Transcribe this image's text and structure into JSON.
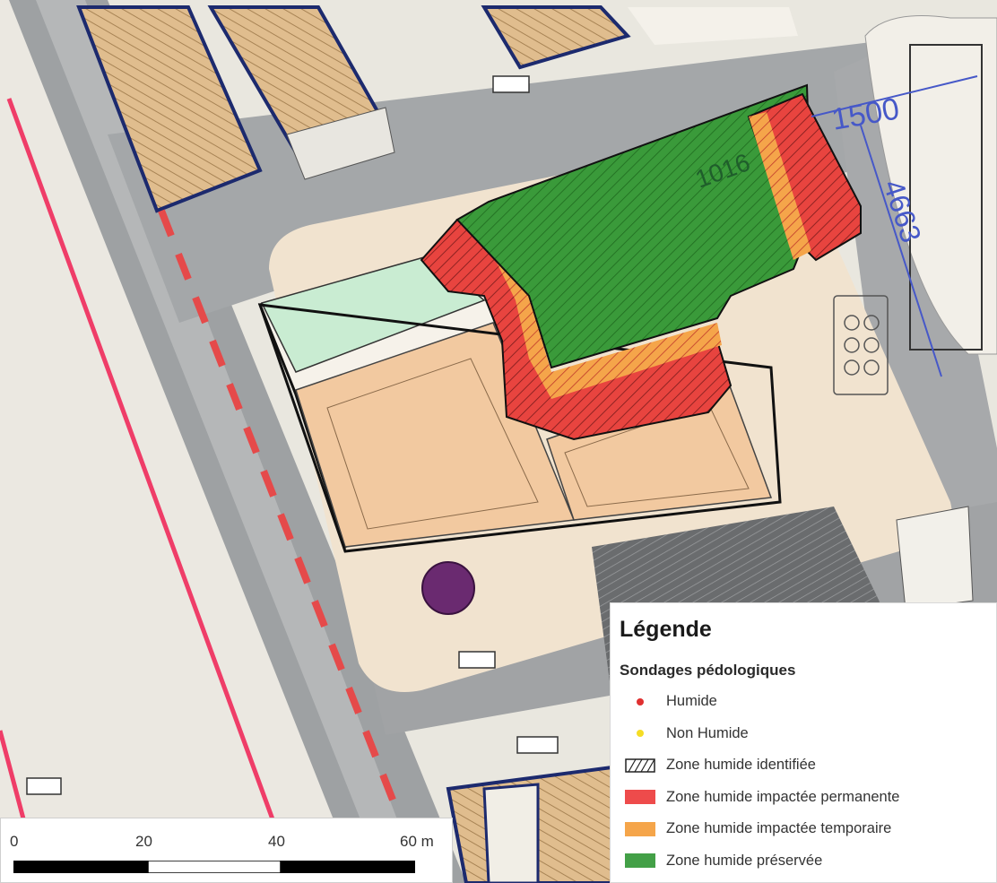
{
  "map": {
    "labels": {
      "dim_width": "1500",
      "dim_height": "4663",
      "plot_number": "1016"
    },
    "colors": {
      "permanent": "#e8443f",
      "temporary": "#f5a54a",
      "preserved": "#3a9a3a",
      "basin": "#f2c9a0",
      "basin_green": "#c9ecd2",
      "road": "#9da0a2",
      "pink_line": "#ef3d68",
      "red_dash": "#e54a4a",
      "dimension_blue": "#4658c8"
    }
  },
  "legend": {
    "title": "Légende",
    "subtitle": "Sondages pédologiques",
    "items": [
      {
        "label": "Humide",
        "icon": "red-dot-icon",
        "color": "#e03030"
      },
      {
        "label": "Non Humide",
        "icon": "yellow-dot-icon",
        "color": "#f5dd25"
      },
      {
        "label": "Zone humide identifiée",
        "icon": "hatched-box-icon",
        "color": "#ffffff"
      },
      {
        "label": "Zone humide impactée permanente",
        "icon": "red-swatch-icon",
        "color": "#ee4b4b"
      },
      {
        "label": "Zone humide impactée temporaire",
        "icon": "orange-swatch-icon",
        "color": "#f5a54a"
      },
      {
        "label": "Zone humide préservée",
        "icon": "green-swatch-icon",
        "color": "#43a047"
      }
    ]
  },
  "scalebar": {
    "labels": [
      "0",
      "20",
      "40",
      "60 m"
    ]
  }
}
